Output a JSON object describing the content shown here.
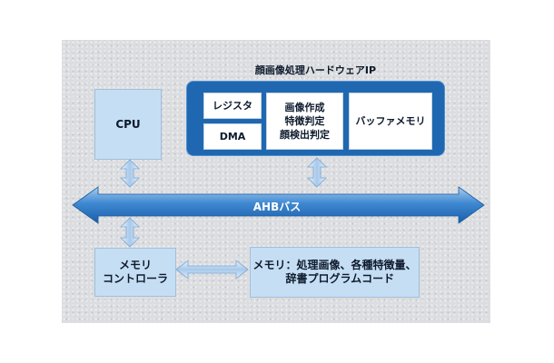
{
  "ip_block": {
    "title": "顔画像処理ハードウェアIP",
    "register": "レジスタ",
    "dma": "DMA",
    "processing": [
      "画像作成",
      "特徴判定",
      "顔検出判定"
    ],
    "buffer_memory": "バッファメモリ"
  },
  "cpu": "CPU",
  "bus": "AHBバス",
  "memory_controller": [
    "メモリ",
    "コントローラ"
  ],
  "memory": [
    "メモリ：処理画像、各種特徴量、",
    "辞書プログラムコード"
  ],
  "colors": {
    "ip_container": "#1f68b1",
    "light_box": "#c6def3",
    "arrow_dark": "#1f68b1",
    "arrow_light": "#cfe2f5"
  }
}
